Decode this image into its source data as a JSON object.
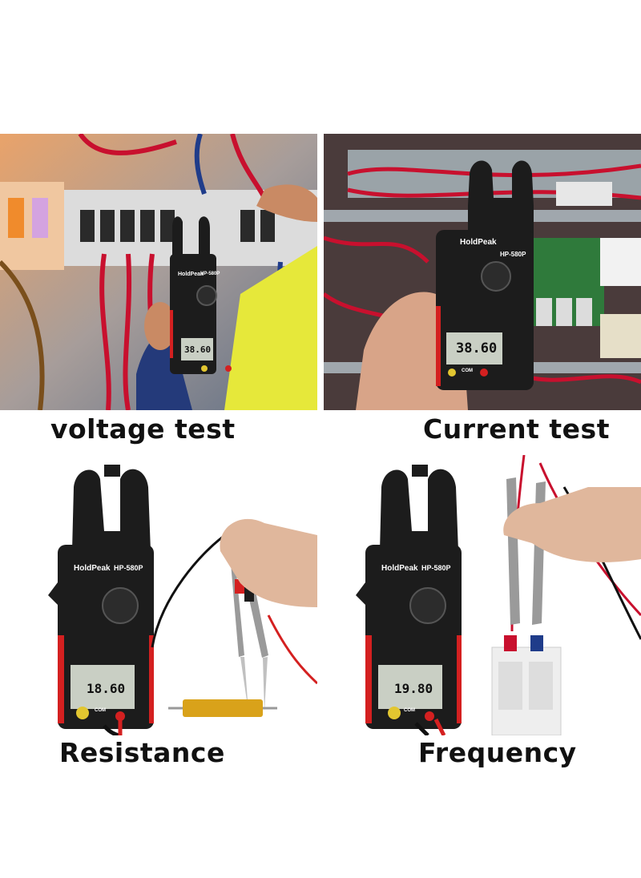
{
  "meter": {
    "brand": "HoldPeak",
    "model": "HP-580P",
    "com_label": "COM"
  },
  "panels": [
    {
      "caption": "voltage test",
      "reading": "38.60"
    },
    {
      "caption": "Current test",
      "reading": "38.60"
    },
    {
      "caption": "Resistance",
      "reading": "18.60"
    },
    {
      "caption": "Frequency",
      "reading": "19.80"
    }
  ],
  "colors": {
    "meter_body": "#1c1c1c",
    "accent_red": "#d42020",
    "lcd": "#c9cfc4",
    "wires_red": "#c8102e",
    "vest_yellow": "#e6e83a"
  }
}
